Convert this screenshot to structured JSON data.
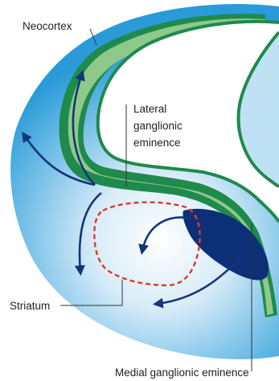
{
  "labels": {
    "neocortex": "Neocortex",
    "lge_line1": "Lateral",
    "lge_line2": "ganglionic",
    "lge_line3": "eminence",
    "striatum": "Striatum",
    "mge": "Medial ganglionic eminence"
  },
  "colors": {
    "background": "#ffffff",
    "tissue_light": "#e6f3fb",
    "tissue_dark": "#2a9bd8",
    "green_light": "#8fc98a",
    "green_dark": "#1f8a4c",
    "mge_fill": "#0c2f78",
    "arrow": "#14357a",
    "striatum_outline": "#e0392a",
    "leader_line": "#333333"
  }
}
